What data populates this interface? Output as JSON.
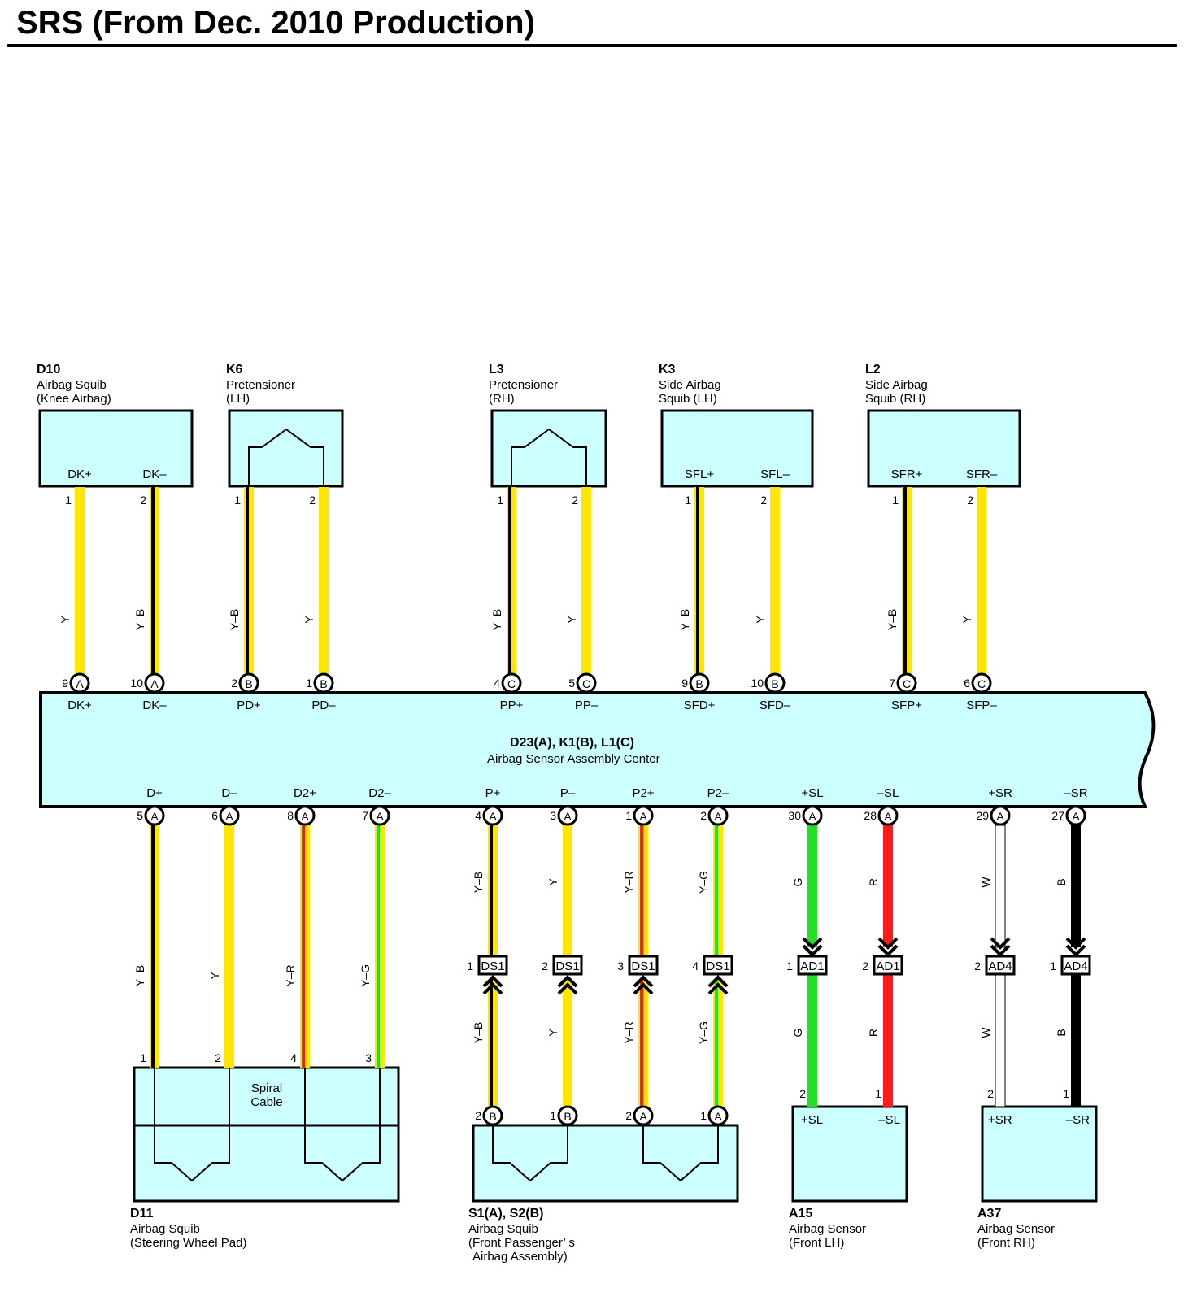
{
  "title": "SRS (From Dec. 2010 Production)",
  "colors": {
    "yellow": "#ffe600",
    "red": "#ff1a1a",
    "green": "#22e022",
    "black": "#000000",
    "white": "#ffffff",
    "box_fill": "#ccffff"
  },
  "top_components": [
    {
      "code": "D10",
      "desc1": "Airbag Squib",
      "desc2": "(Knee Airbag)",
      "terminals": [
        "DK+",
        "DK–"
      ],
      "pins": [
        "1",
        "2"
      ]
    },
    {
      "code": "K6",
      "desc1": "Pretensioner",
      "desc2": "(LH)",
      "terminals": [
        "",
        ""
      ],
      "pins": [
        "1",
        "2"
      ]
    },
    {
      "code": "L3",
      "desc1": "Pretensioner",
      "desc2": "(RH)",
      "terminals": [
        "",
        ""
      ],
      "pins": [
        "1",
        "2"
      ]
    },
    {
      "code": "K3",
      "desc1": "Side Airbag",
      "desc2": "Squib (LH)",
      "terminals": [
        "SFL+",
        "SFL–"
      ],
      "pins": [
        "1",
        "2"
      ]
    },
    {
      "code": "L2",
      "desc1": "Side Airbag",
      "desc2": "Squib (RH)",
      "terminals": [
        "SFR+",
        "SFR–"
      ],
      "pins": [
        "1",
        "2"
      ]
    }
  ],
  "top_wires": [
    {
      "color_code": "Y",
      "ecu_pin": "9",
      "ecu_conn": "A",
      "ecu_term": "DK+",
      "colors": [
        "yellow"
      ]
    },
    {
      "color_code": "Y–B",
      "ecu_pin": "10",
      "ecu_conn": "A",
      "ecu_term": "DK–",
      "colors": [
        "yellow",
        "black"
      ]
    },
    {
      "color_code": "Y–B",
      "ecu_pin": "2",
      "ecu_conn": "B",
      "ecu_term": "PD+",
      "colors": [
        "yellow",
        "black"
      ]
    },
    {
      "color_code": "Y",
      "ecu_pin": "1",
      "ecu_conn": "B",
      "ecu_term": "PD–",
      "colors": [
        "yellow"
      ]
    },
    {
      "color_code": "Y–B",
      "ecu_pin": "4",
      "ecu_conn": "C",
      "ecu_term": "PP+",
      "colors": [
        "yellow",
        "black"
      ]
    },
    {
      "color_code": "Y",
      "ecu_pin": "5",
      "ecu_conn": "C",
      "ecu_term": "PP–",
      "colors": [
        "yellow"
      ]
    },
    {
      "color_code": "Y–B",
      "ecu_pin": "9",
      "ecu_conn": "B",
      "ecu_term": "SFD+",
      "colors": [
        "yellow",
        "black"
      ]
    },
    {
      "color_code": "Y",
      "ecu_pin": "10",
      "ecu_conn": "B",
      "ecu_term": "SFD–",
      "colors": [
        "yellow"
      ]
    },
    {
      "color_code": "Y–B",
      "ecu_pin": "7",
      "ecu_conn": "C",
      "ecu_term": "SFP+",
      "colors": [
        "yellow",
        "black"
      ]
    },
    {
      "color_code": "Y",
      "ecu_pin": "6",
      "ecu_conn": "C",
      "ecu_term": "SFP–",
      "colors": [
        "yellow"
      ]
    }
  ],
  "ecu": {
    "code": "D23(A), K1(B), L1(C)",
    "name": "Airbag Sensor Assembly Center"
  },
  "bottom_wires": [
    {
      "ecu_term": "D+",
      "ecu_pin": "5",
      "ecu_conn": "A",
      "color_code": "Y–B",
      "colors": [
        "yellow",
        "black"
      ],
      "comp_pin": "1"
    },
    {
      "ecu_term": "D–",
      "ecu_pin": "6",
      "ecu_conn": "A",
      "color_code": "Y",
      "colors": [
        "yellow"
      ],
      "comp_pin": "2"
    },
    {
      "ecu_term": "D2+",
      "ecu_pin": "8",
      "ecu_conn": "A",
      "color_code": "Y–R",
      "colors": [
        "yellow",
        "red"
      ],
      "comp_pin": "4"
    },
    {
      "ecu_term": "D2–",
      "ecu_pin": "7",
      "ecu_conn": "A",
      "color_code": "Y–G",
      "colors": [
        "yellow",
        "green"
      ],
      "comp_pin": "3"
    },
    {
      "ecu_term": "P+",
      "ecu_pin": "4",
      "ecu_conn": "A",
      "color_code": "Y–B",
      "colors": [
        "yellow",
        "black"
      ],
      "jc_pin": "1",
      "jc": "DS1",
      "jc_type": "male",
      "color_code2": "Y–B",
      "comp_pin": "2",
      "comp_conn": "B"
    },
    {
      "ecu_term": "P–",
      "ecu_pin": "3",
      "ecu_conn": "A",
      "color_code": "Y",
      "colors": [
        "yellow"
      ],
      "jc_pin": "2",
      "jc": "DS1",
      "jc_type": "male",
      "color_code2": "Y",
      "comp_pin": "1",
      "comp_conn": "B"
    },
    {
      "ecu_term": "P2+",
      "ecu_pin": "1",
      "ecu_conn": "A",
      "color_code": "Y–R",
      "colors": [
        "yellow",
        "red"
      ],
      "jc_pin": "3",
      "jc": "DS1",
      "jc_type": "male",
      "color_code2": "Y–R",
      "comp_pin": "2",
      "comp_conn": "A"
    },
    {
      "ecu_term": "P2–",
      "ecu_pin": "2",
      "ecu_conn": "A",
      "color_code": "Y–G",
      "colors": [
        "yellow",
        "green"
      ],
      "jc_pin": "4",
      "jc": "DS1",
      "jc_type": "male",
      "color_code2": "Y–G",
      "comp_pin": "1",
      "comp_conn": "A"
    },
    {
      "ecu_term": "+SL",
      "ecu_pin": "30",
      "ecu_conn": "A",
      "color_code": "G",
      "colors": [
        "green"
      ],
      "jc_pin": "1",
      "jc": "AD1",
      "jc_type": "female",
      "color_code2": "G",
      "comp_pin": "2"
    },
    {
      "ecu_term": "–SL",
      "ecu_pin": "28",
      "ecu_conn": "A",
      "color_code": "R",
      "colors": [
        "red"
      ],
      "jc_pin": "2",
      "jc": "AD1",
      "jc_type": "female",
      "color_code2": "R",
      "comp_pin": "1"
    },
    {
      "ecu_term": "+SR",
      "ecu_pin": "29",
      "ecu_conn": "A",
      "color_code": "W",
      "colors": [
        "white"
      ],
      "jc_pin": "2",
      "jc": "AD4",
      "jc_type": "female",
      "color_code2": "W",
      "comp_pin": "2"
    },
    {
      "ecu_term": "–SR",
      "ecu_pin": "27",
      "ecu_conn": "A",
      "color_code": "B",
      "colors": [
        "black"
      ],
      "jc_pin": "1",
      "jc": "AD4",
      "jc_type": "female",
      "color_code2": "B",
      "comp_pin": "1"
    }
  ],
  "bottom_components": [
    {
      "code": "D11",
      "desc1": "Airbag Squib",
      "desc2": "(Steering Wheel Pad)",
      "desc3": "",
      "inner_label1": "Spiral",
      "inner_label2": "Cable",
      "terminals": []
    },
    {
      "code": "S1(A), S2(B)",
      "desc1": "Airbag Squib",
      "desc2": "(Front Passenger’ s",
      "desc3": "Airbag Assembly)",
      "inner_label1": "",
      "inner_label2": "",
      "terminals": []
    },
    {
      "code": "A15",
      "desc1": "Airbag Sensor",
      "desc2": "(Front LH)",
      "desc3": "",
      "inner_label1": "",
      "inner_label2": "",
      "terminals": [
        "+SL",
        "–SL"
      ]
    },
    {
      "code": "A37",
      "desc1": "Airbag Sensor",
      "desc2": "(Front RH)",
      "desc3": "",
      "inner_label1": "",
      "inner_label2": "",
      "terminals": [
        "+SR",
        "–SR"
      ]
    }
  ]
}
